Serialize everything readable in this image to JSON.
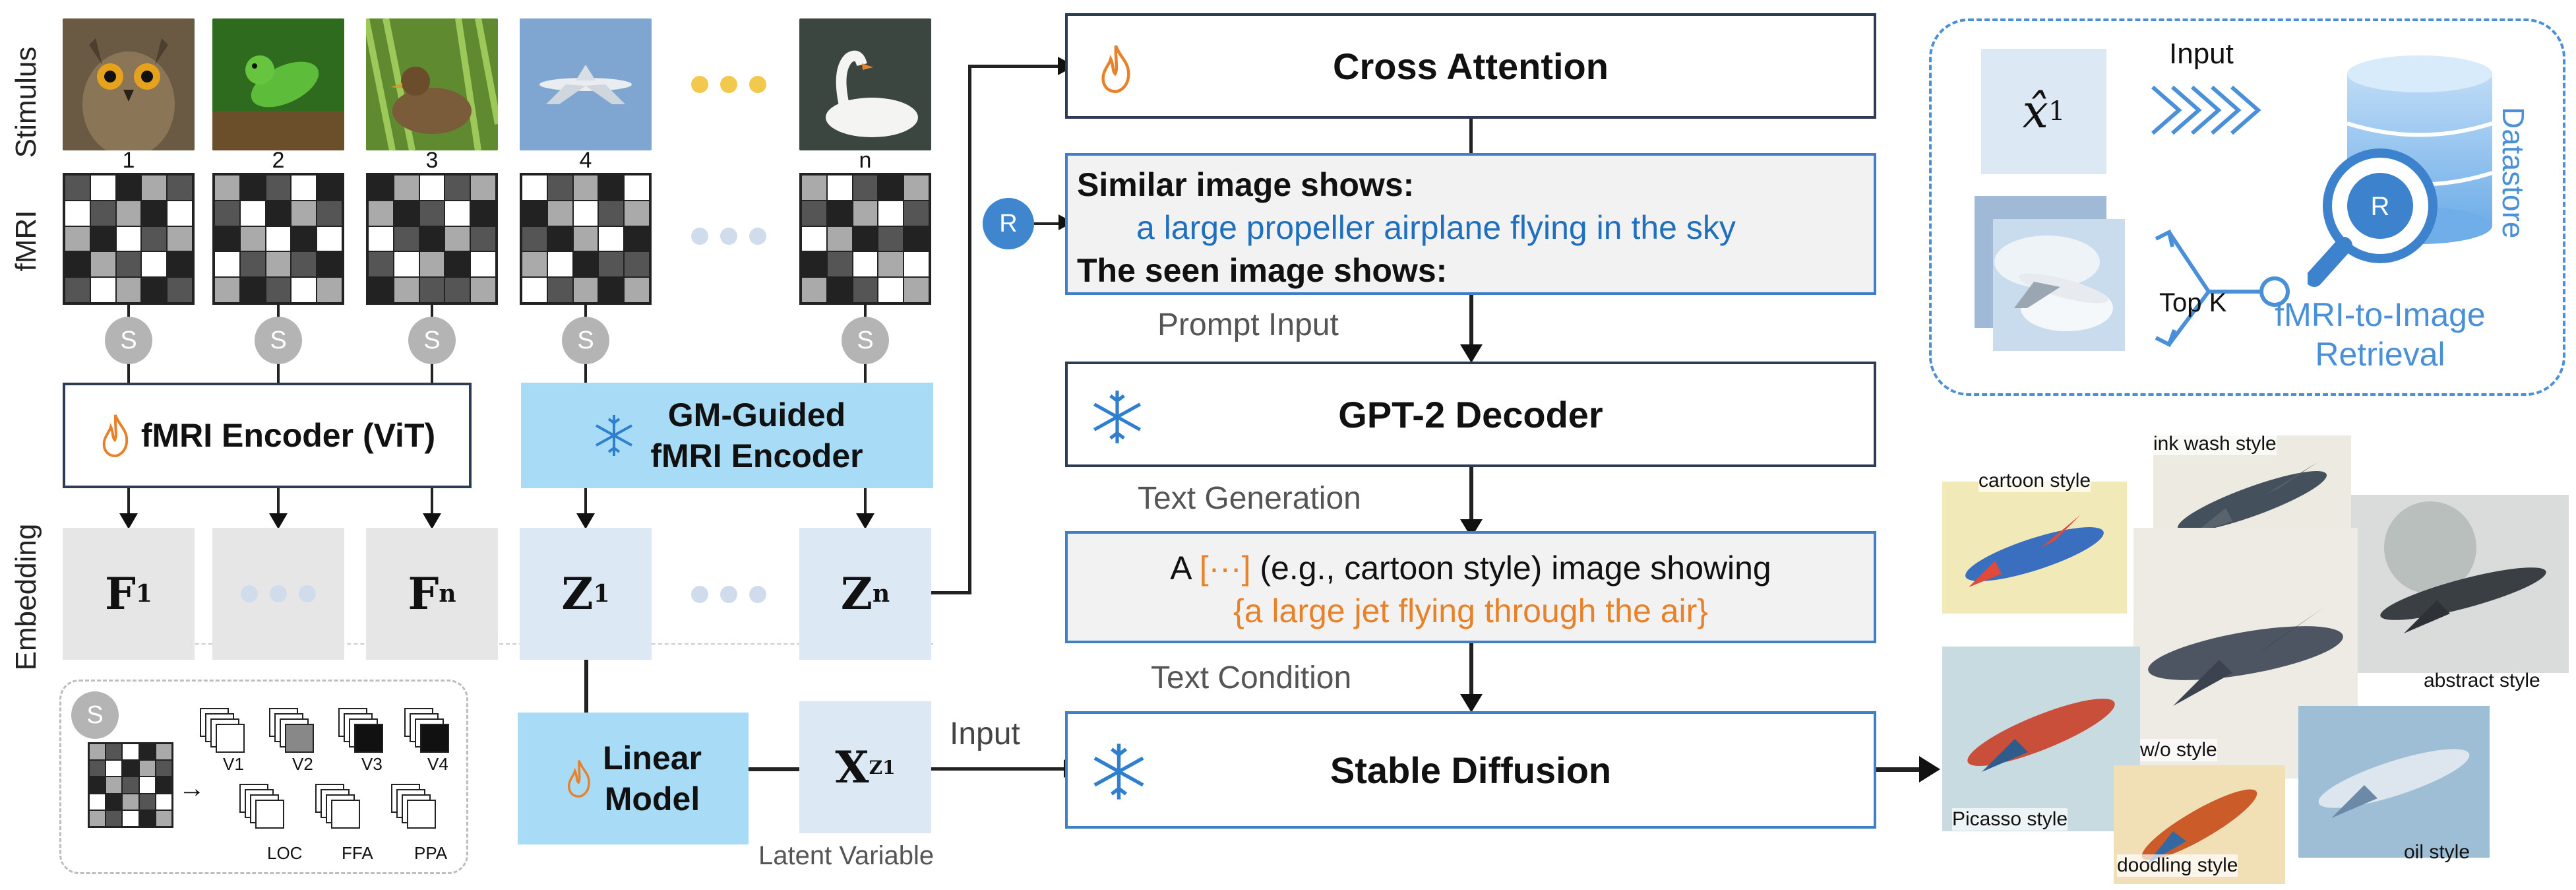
{
  "row_labels": {
    "stimulus": "Stimulus",
    "fmri": "fMRI",
    "embedding": "Embedding"
  },
  "stimulus_numbers": [
    "1",
    "2",
    "3",
    "4",
    "n"
  ],
  "s_symbol": "S",
  "r_symbol": "R",
  "fmri_encoder_label": "fMRI Encoder (ViT)",
  "gm_encoder_label_line1": "GM-Guided",
  "gm_encoder_label_line2": "fMRI Encoder",
  "embeddings": {
    "f_first_base": "F",
    "f_first_sub": "1",
    "f_last_base": "F",
    "f_last_sub": "n",
    "z_first_base": "Z",
    "z_first_sub": "1",
    "z_last_base": "Z",
    "z_last_sub": "n"
  },
  "rois": [
    "V1",
    "V2",
    "V3",
    "V4",
    "LOC",
    "FFA",
    "PPA"
  ],
  "linear_model_line1": "Linear",
  "linear_model_line2": "Model",
  "latent": {
    "base": "X",
    "sub": "Z1",
    "label": "Latent Variable"
  },
  "input_label": "Input",
  "cross_attention": "Cross Attention",
  "prompt": {
    "line1": "Similar image shows:",
    "line2": "a large propeller airplane flying in the sky",
    "line3": "The seen image shows:"
  },
  "prompt_input_label": "Prompt Input",
  "gpt2_label": "GPT-2 Decoder",
  "text_generation_label": "Text Generation",
  "text_output": {
    "part_a": "A ",
    "bracket": "[···]",
    "part_b": " (e.g., cartoon style) image showing",
    "line2": "{a large jet flying through the air}"
  },
  "text_condition_label": "Text Condition",
  "stable_diffusion_label": "Stable Diffusion",
  "retrieval": {
    "x_hat": "x̂",
    "x_sub": "1",
    "input_label": "Input",
    "datastore_label": "Datastore",
    "top_k_label": "Top K",
    "title_line1": "fMRI-to-Image",
    "title_line2": "Retrieval"
  },
  "styles": [
    "cartoon style",
    "ink wash style",
    "abstract style",
    "w/o style",
    "Picasso style",
    "doodling style",
    "oil style"
  ],
  "colors": {
    "light_blue": "#a8dcf6",
    "pale_blue": "#dce9f5",
    "light_gray": "#e6e6e6",
    "border_navy": "#2e3b55",
    "border_blue": "#3f7fc6",
    "prompt_blue": "#1f6fbf",
    "orange": "#e8822a",
    "retrieval_blue": "#4a90d9"
  }
}
